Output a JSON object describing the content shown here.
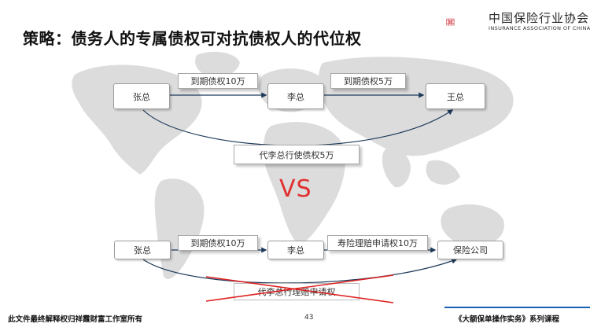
{
  "title": "策略：债务人的专属债权可对抗债权人的代位权",
  "logo": {
    "name": "中国保险行业协会",
    "subtitle": "INSURANCE ASSOCIATION OF CHINA",
    "brand_color": "#c8161d"
  },
  "top_flow": {
    "node_a": "张总",
    "node_b": "李总",
    "node_c": "王总",
    "label_ab": "到期债权10万",
    "label_bc": "到期债权5万",
    "label_subrogation": "代李总行使债权5万"
  },
  "vs_text": "VS",
  "bottom_flow": {
    "node_a": "张总",
    "node_b": "李总",
    "node_c": "保险公司",
    "label_ab": "到期债权10万",
    "label_bc": "寿险理赔申请权10万",
    "label_crossed": "代李总行理赔申请权"
  },
  "colors": {
    "arrow": "#1f3b5c",
    "cross": "#e02020",
    "vs": "#e03030",
    "map": "#d6d6d6",
    "footer_line": "#1a5fb4"
  },
  "footer": {
    "left": "此文件最终解释权归祥霞财富工作室所有",
    "page": "43",
    "right": "《大额保单操作实务》系列课程"
  }
}
